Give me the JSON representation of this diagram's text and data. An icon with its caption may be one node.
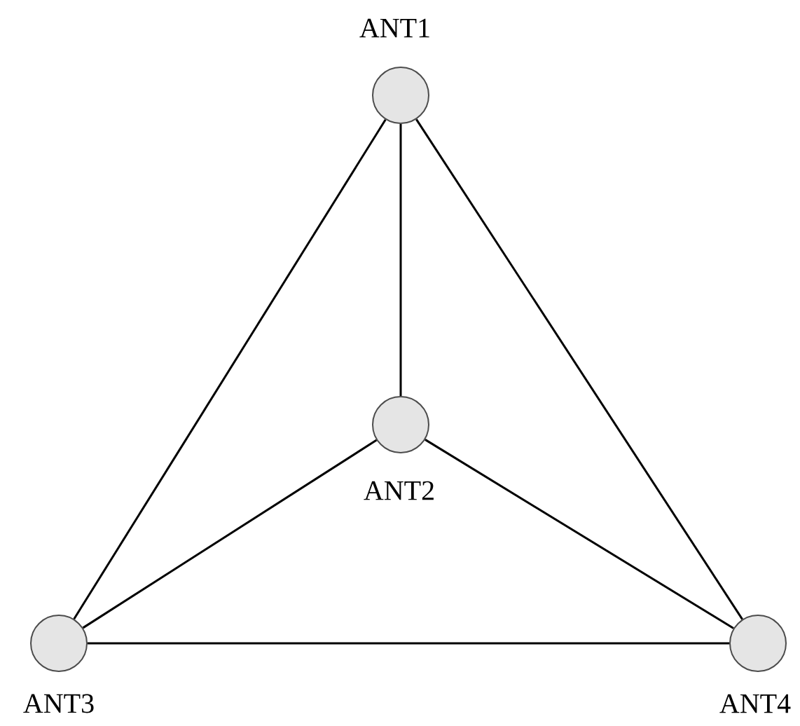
{
  "diagram": {
    "nodes": [
      {
        "text": [],
        "shape": "circle",
        "beside": [
          "ANT1"
        ]
      },
      {
        "text": [],
        "shape": "circle",
        "beside": [
          "ANT2"
        ]
      },
      {
        "text": [],
        "shape": "circle",
        "beside": [
          "ANT3"
        ]
      },
      {
        "text": [],
        "shape": "circle",
        "beside": [
          "ANT4"
        ]
      }
    ],
    "edges": [
      {
        "from": 0,
        "to": 1,
        "arrow": "none"
      },
      {
        "from": 0,
        "to": 2,
        "arrow": "none"
      },
      {
        "from": 0,
        "to": 3,
        "arrow": "none"
      },
      {
        "from": 1,
        "to": 2,
        "arrow": "none"
      },
      {
        "from": 1,
        "to": 3,
        "arrow": "none"
      },
      {
        "from": 2,
        "to": 3,
        "arrow": "none"
      }
    ]
  }
}
